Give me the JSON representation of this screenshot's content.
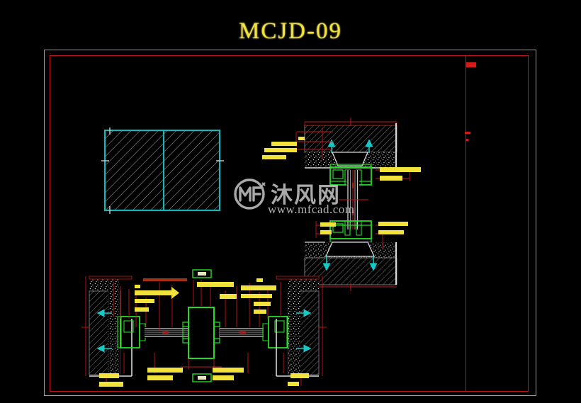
{
  "drawing": {
    "title": "MCJD-09",
    "sheet_background": "#000000",
    "sheet_border_color": "#9b9b9b",
    "frame_border_color": "#c31717"
  },
  "watermark": {
    "logo_text": "MF",
    "chinese": "沐风网",
    "url": "www.mfcad.com"
  },
  "views": [
    {
      "id": "elevation",
      "name": "window-elevation-view",
      "description": "Two-pane window elevation with glass hatching",
      "outline_color": "#19b6b6",
      "hatch_color": "#9a9a9a",
      "panes": 2
    },
    {
      "id": "vertical-section",
      "name": "vertical-section-detail",
      "description": "Head and sill vertical section through window frame and wall",
      "frame_color": "#22dd22",
      "wall_hatch_color": "#8f8f8f",
      "dimension_color": "#c31717",
      "arrow_color": "#18c8c8",
      "tag": "",
      "label_count": 11
    },
    {
      "id": "horizontal-plan",
      "name": "horizontal-plan-detail",
      "description": "Horizontal plan section through jambs and centre mullion",
      "frame_color": "#22dd22",
      "wall_hatch_color": "#8f8f8f",
      "dimension_color": "#c31717",
      "arrow_color": "#18c8c8",
      "tag_top": "",
      "tag_bottom": "",
      "label_count": 18
    }
  ],
  "colors": {
    "frame_green": "#22dd22",
    "glass_cyan": "#19b6b6",
    "dim_red": "#c31717",
    "label_yellow": "#f2e23c",
    "hatch_gray": "#9a9a9a",
    "arrow_cyan": "#18c8c8",
    "title_yellow": "#f2e23c"
  }
}
